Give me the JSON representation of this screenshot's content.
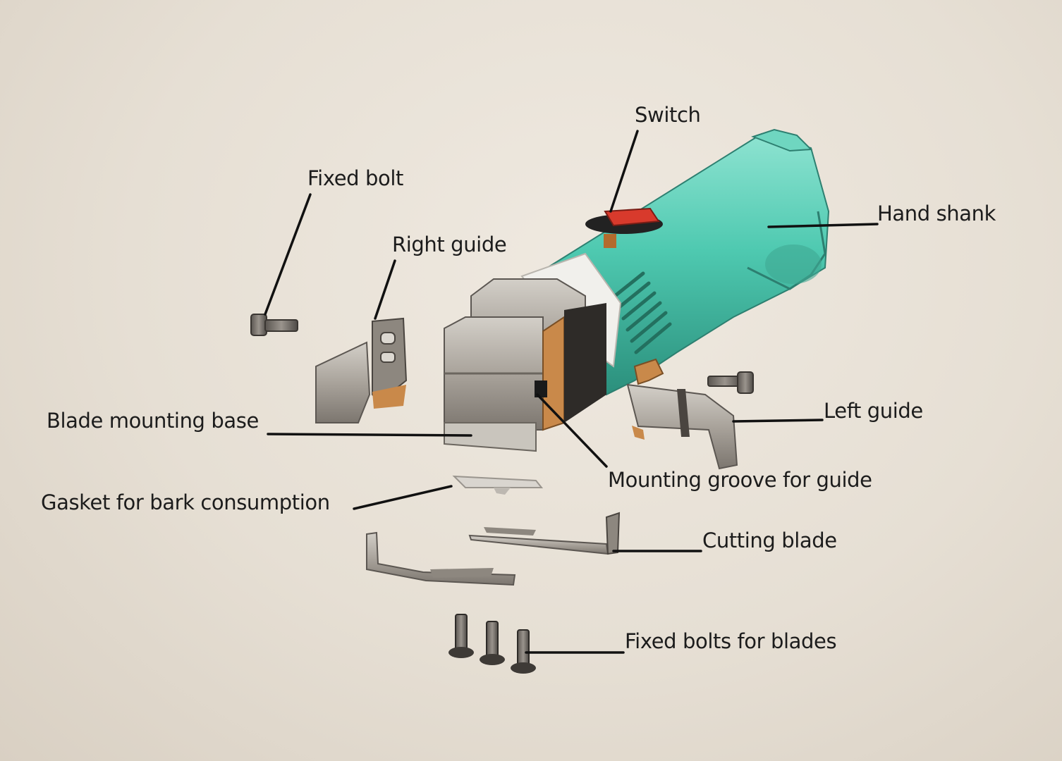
{
  "labels": {
    "switch": "Switch",
    "fixed_bolt": "Fixed bolt",
    "right_guide": "Right guide",
    "hand_shank": "Hand shank",
    "left_guide": "Left guide",
    "blade_mounting_base": "Blade mounting base",
    "mounting_groove": "Mounting groove for guide",
    "gasket": "Gasket for bark consumption",
    "cutting_blade": "Cutting blade",
    "fixed_bolts_blades": "Fixed bolts for blades"
  },
  "colors": {
    "background": "#e8e2d8",
    "body_teal": "#4ec9b0",
    "metal": "#a7a29b",
    "brass": "#c9894a",
    "switch_red": "#d83a2c",
    "leader_line": "#111111"
  }
}
